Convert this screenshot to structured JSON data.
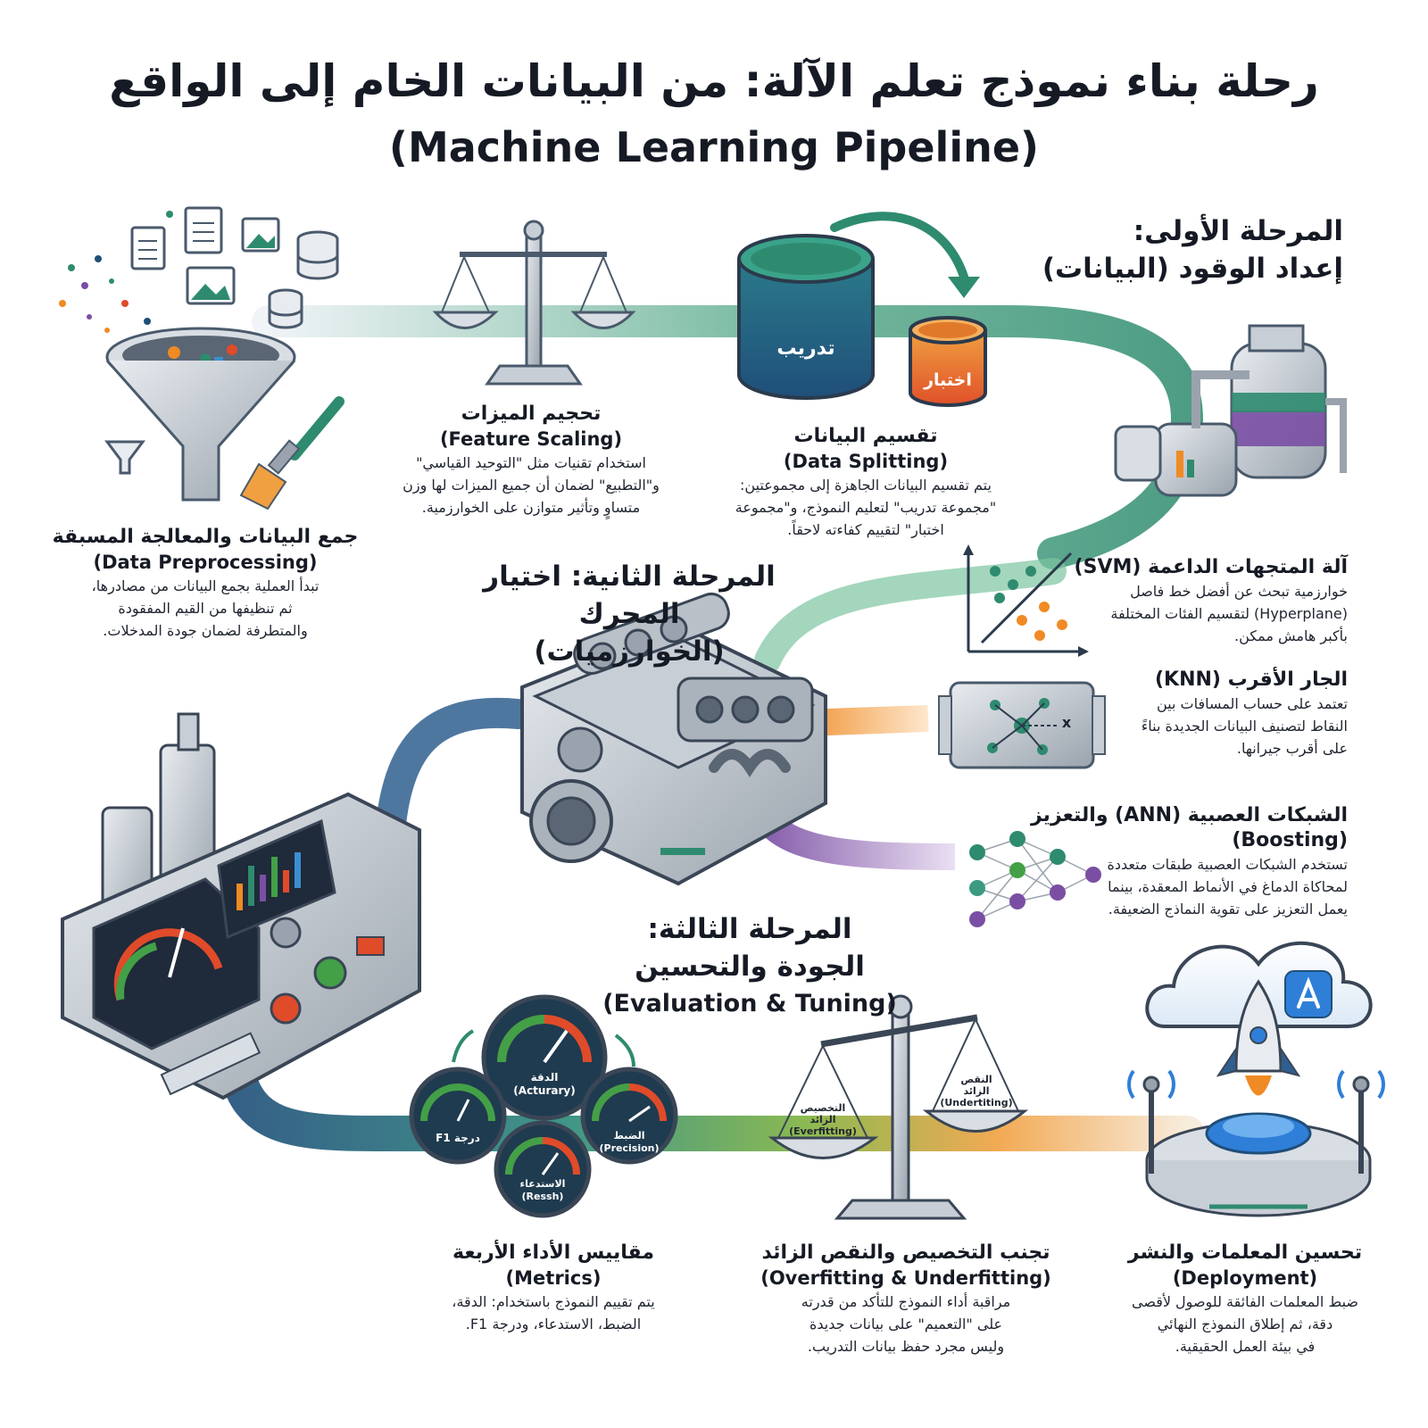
{
  "title": {
    "ar": "رحلة بناء نموذج تعلم الآلة: من البيانات الخام إلى الواقع",
    "en": "(Machine Learning Pipeline)"
  },
  "phases": {
    "p1": {
      "line1": "المرحلة الأولى:",
      "line2": "إعداد الوقود (البيانات)"
    },
    "p2": {
      "line1": "المرحلة الثانية: اختيار المحرك",
      "line2": "(الخوارزميات)"
    },
    "p3": {
      "line1": "المرحلة الثالثة:",
      "line2": "الجودة والتحسين",
      "line3": "(Evaluation & Tuning)"
    }
  },
  "steps": {
    "preprocessing": {
      "title": "جمع البيانات والمعالجة المسبقة",
      "en": "(Data Preprocessing)",
      "desc": [
        "تبدأ العملية بجمع البيانات من مصادرها،",
        "ثم تنظيفها من القيم المفقودة",
        "والمتطرفة لضمان جودة المدخلات."
      ]
    },
    "scaling": {
      "title": "تحجيم الميزات",
      "en": "(Feature Scaling)",
      "desc": [
        "استخدام تقنيات مثل \"التوحيد القياسي\"",
        "و\"التطبيع\" لضمان أن جميع الميزات لها وزن",
        "متساوٍ وتأثير متوازن على الخوارزمية."
      ]
    },
    "splitting": {
      "title": "تقسيم البيانات",
      "en": "(Data Splitting)",
      "desc": [
        "يتم تقسيم البيانات الجاهزة إلى مجموعتين:",
        "\"مجموعة تدريب\" لتعليم النموذج، و\"مجموعة",
        "اختبار\" لتقييم كفاءته لاحقاً."
      ],
      "train_label": "تدريب",
      "test_label": "اختبار"
    },
    "svm": {
      "title": "آلة المتجهات الداعمة (SVM)",
      "desc": [
        "خوارزمية تبحث عن أفضل خط فاصل",
        "(Hyperplane) لتقسيم الفئات المختلفة",
        "بأكبر هامش ممكن."
      ]
    },
    "knn": {
      "title": "الجار الأقرب (KNN)",
      "desc": [
        "تعتمد على حساب المسافات بين",
        "النقاط لتصنيف البيانات الجديدة بناءً",
        "على أقرب جيرانها."
      ],
      "icon_label": "x"
    },
    "ann": {
      "title": "الشبكات العصبية (ANN) والتعزيز (Boosting)",
      "desc": [
        "تستخدم الشبكات العصبية طبقات متعددة",
        "لمحاكاة الدماغ في الأنماط المعقدة، بينما",
        "يعمل التعزيز على تقوية النماذج الضعيفة."
      ]
    },
    "metrics": {
      "title": "مقاييس الأداء الأربعة",
      "en": "(Metrics)",
      "desc": [
        "يتم تقييم النموذج باستخدام: الدقة،",
        "الضبط، الاستدعاء، ودرجة F1."
      ],
      "gauges": {
        "accuracy": {
          "ar": "الدقة",
          "en": "(Acturary)"
        },
        "f1": {
          "ar": "درجة F1"
        },
        "precision": {
          "ar": "الضبط",
          "en": "(Precision)"
        },
        "recall": {
          "ar": "الاستدعاء",
          "en": "(Ressh)"
        }
      }
    },
    "fitting": {
      "title": "تجنب التخصيص والنقص الزائد",
      "en": "(Overfitting & Underfitting)",
      "desc": [
        "مراقبة أداء النموذج للتأكد من قدرته",
        "على \"التعميم\" على بيانات جديدة",
        "وليس مجرد حفظ بيانات التدريب."
      ],
      "left_pan": {
        "ar1": "التخصيص",
        "ar2": "الزائد",
        "en": "(Everfitting)"
      },
      "right_pan": {
        "ar1": "النقص",
        "ar2": "الزائد",
        "en": "(Undertiting)"
      }
    },
    "deployment": {
      "title": "تحسين المعلمات والنشر",
      "en": "(Deployment)",
      "desc": [
        "ضبط المعلمات الفائقة للوصول لأقصى",
        "دقة، ثم إطلاق النموذج النهائي",
        "في بيئة العمل الحقيقية."
      ]
    }
  },
  "colors": {
    "teal": "#2e8b6f",
    "navy": "#1f4f7a",
    "orange": "#f08a24",
    "purple": "#7a4fa3",
    "green": "#43a047",
    "red": "#e04b2a",
    "grey": "#9aa3ad"
  },
  "icons": [
    "funnel-icon",
    "paint-brush-icon",
    "document-icon",
    "database-icon",
    "image-icon",
    "balance-scale-icon",
    "cylinder-icon",
    "arrow-icon",
    "lab-machine-icon",
    "scatter-plot-icon",
    "knn-node-icon",
    "neural-network-icon",
    "engine-icon",
    "control-panel-icon",
    "gauge-icon",
    "rocket-icon",
    "cloud-icon",
    "app-store-icon",
    "antenna-icon"
  ]
}
